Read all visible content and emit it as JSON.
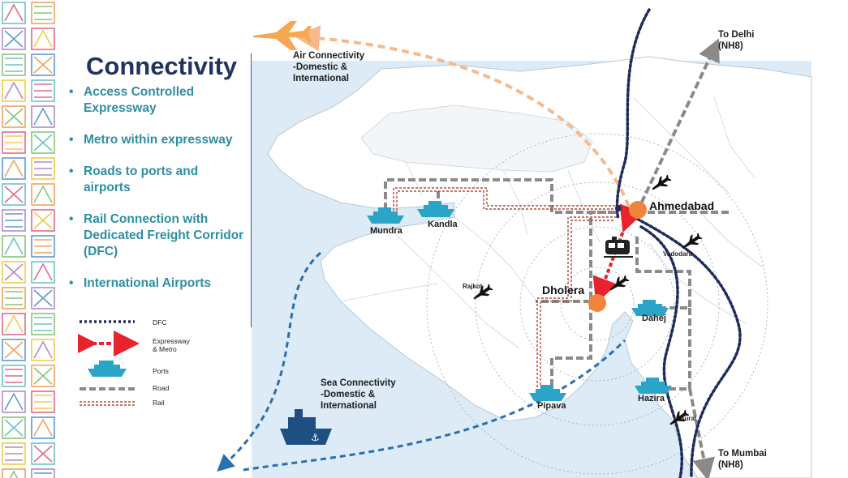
{
  "title": "Connectivity",
  "bullets": [
    "Access Controlled Expressway",
    "Metro within expressway",
    "Roads to ports and airports",
    "Rail Connection with Dedicated Freight Corridor (DFC)",
    "International Airports"
  ],
  "legend": {
    "dfc": "DFC",
    "expressway_line1": "Expressway",
    "expressway_line2": "& Metro",
    "ports": "Ports",
    "road": "Road",
    "rail": "Rail"
  },
  "map": {
    "to_delhi_line1": "To Delhi",
    "to_delhi_line2": "(NH8)",
    "to_mumbai_line1": "To Mumbai",
    "to_mumbai_line2": "(NH8)",
    "air_line1": "Air Connectivity",
    "air_line2": "-Domestic &",
    "air_line3": "International",
    "sea_line1": "Sea Connectivity",
    "sea_line2": "-Domestic &",
    "sea_line3": "International",
    "cities": {
      "ahmedabad": "Ahmedabad",
      "dholera": "Dholera",
      "vadodara": "Vadodara",
      "rajkot": "Rajkot",
      "surat": "Surat"
    },
    "ports": {
      "mundra": "Mundra",
      "kandla": "Kandla",
      "dahej": "Dahej",
      "hazira": "Hazira",
      "pipava": "Pipava"
    }
  },
  "colors": {
    "title": "#20345f",
    "bullet_text": "#2e8ea3",
    "dfc_line": "#1e2b5c",
    "expressway": "#e8232b",
    "road": "#8a8a8a",
    "rail": "#b24a3c",
    "port_icon": "#2aa4c7",
    "city_dot": "#f0843c",
    "air_arc": "#f7b98a",
    "sea_arc": "#2a6fae",
    "plane_icon": "#f5a851",
    "ship_icon": "#1f4f82",
    "land": "#ffffff",
    "sea": "#d9eaf4"
  },
  "icons": [
    "airplane-icon",
    "ship-icon",
    "cruise-ship-icon",
    "train-icon",
    "small-airplane-icon"
  ]
}
